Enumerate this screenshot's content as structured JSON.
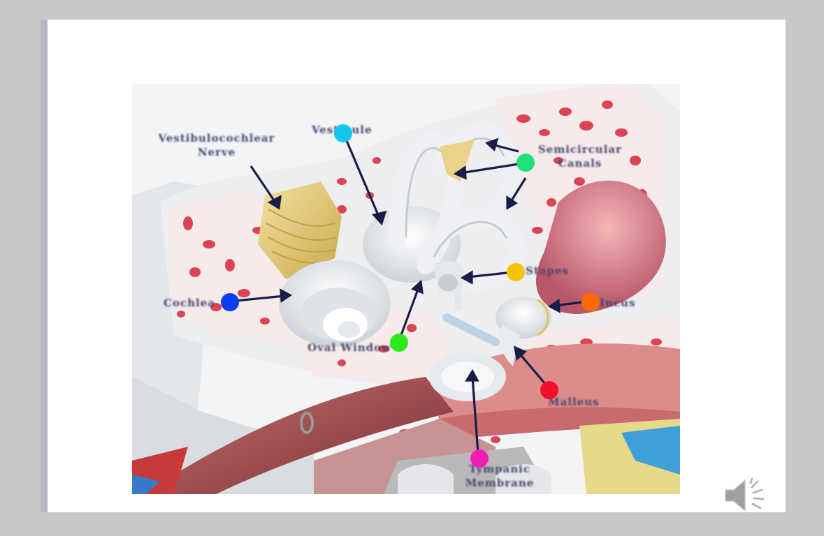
{
  "labels": {
    "vestibulocochlear_nerve": "Vestibulocochlear\nNerve",
    "vestibule": "Vestibule",
    "semicircular_canals": "Semicircular\nCanals",
    "cochlea": "Cochlea",
    "oval_window": "Oval Window",
    "stapes": "Stapes",
    "incus": "Incus",
    "malleus": "Malleus",
    "tympanic_membrane": "Tympanic\nMembrane"
  },
  "markers": {
    "vestibule": "#12c8f0",
    "semicircular_canals": "#1fe27a",
    "stapes": "#f5c400",
    "incus": "#ff6a00",
    "cochlea": "#0a3cf0",
    "oval_window": "#2ee81e",
    "malleus": "#f0102a",
    "tympanic_membrane": "#f21eb4"
  },
  "icons": {
    "speaker": "speaker-icon"
  }
}
